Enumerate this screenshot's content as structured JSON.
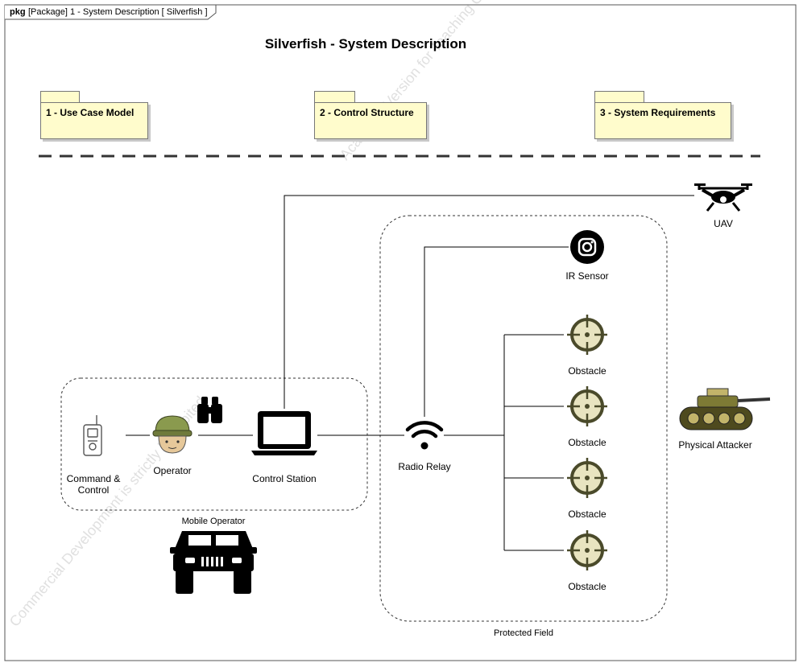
{
  "frame": {
    "keyword": "pkg",
    "header": "[Package] 1 - System Description [ Silverfish ]"
  },
  "title": "Silverfish - System Description",
  "packages": [
    {
      "name": "1 - Use Case Model"
    },
    {
      "name": "2 - Control Structure"
    },
    {
      "name": "3 - System Requirements"
    }
  ],
  "nodes": {
    "uav": "UAV",
    "ir_sensor": "IR Sensor",
    "obstacles": [
      "Obstacle",
      "Obstacle",
      "Obstacle",
      "Obstacle"
    ],
    "physical_attacker": "Physical Attacker",
    "radio_relay": "Radio Relay",
    "command_control": [
      "Command &",
      "Control"
    ],
    "operator": "Operator",
    "control_station": "Control Station"
  },
  "groups": {
    "mobile_operator": "Mobile Operator",
    "protected_field": "Protected Field"
  },
  "watermark": [
    "Academic Version for Teaching Only",
    "Commercial Development is strictly Prohibited"
  ],
  "colors": {
    "package_fill": "#fffccc",
    "target_fill": "#e8e4c0",
    "target_stroke": "#4a4a2a",
    "tank": "#7d7a35",
    "soldier": "#8a9a4e",
    "black": "#000000"
  }
}
